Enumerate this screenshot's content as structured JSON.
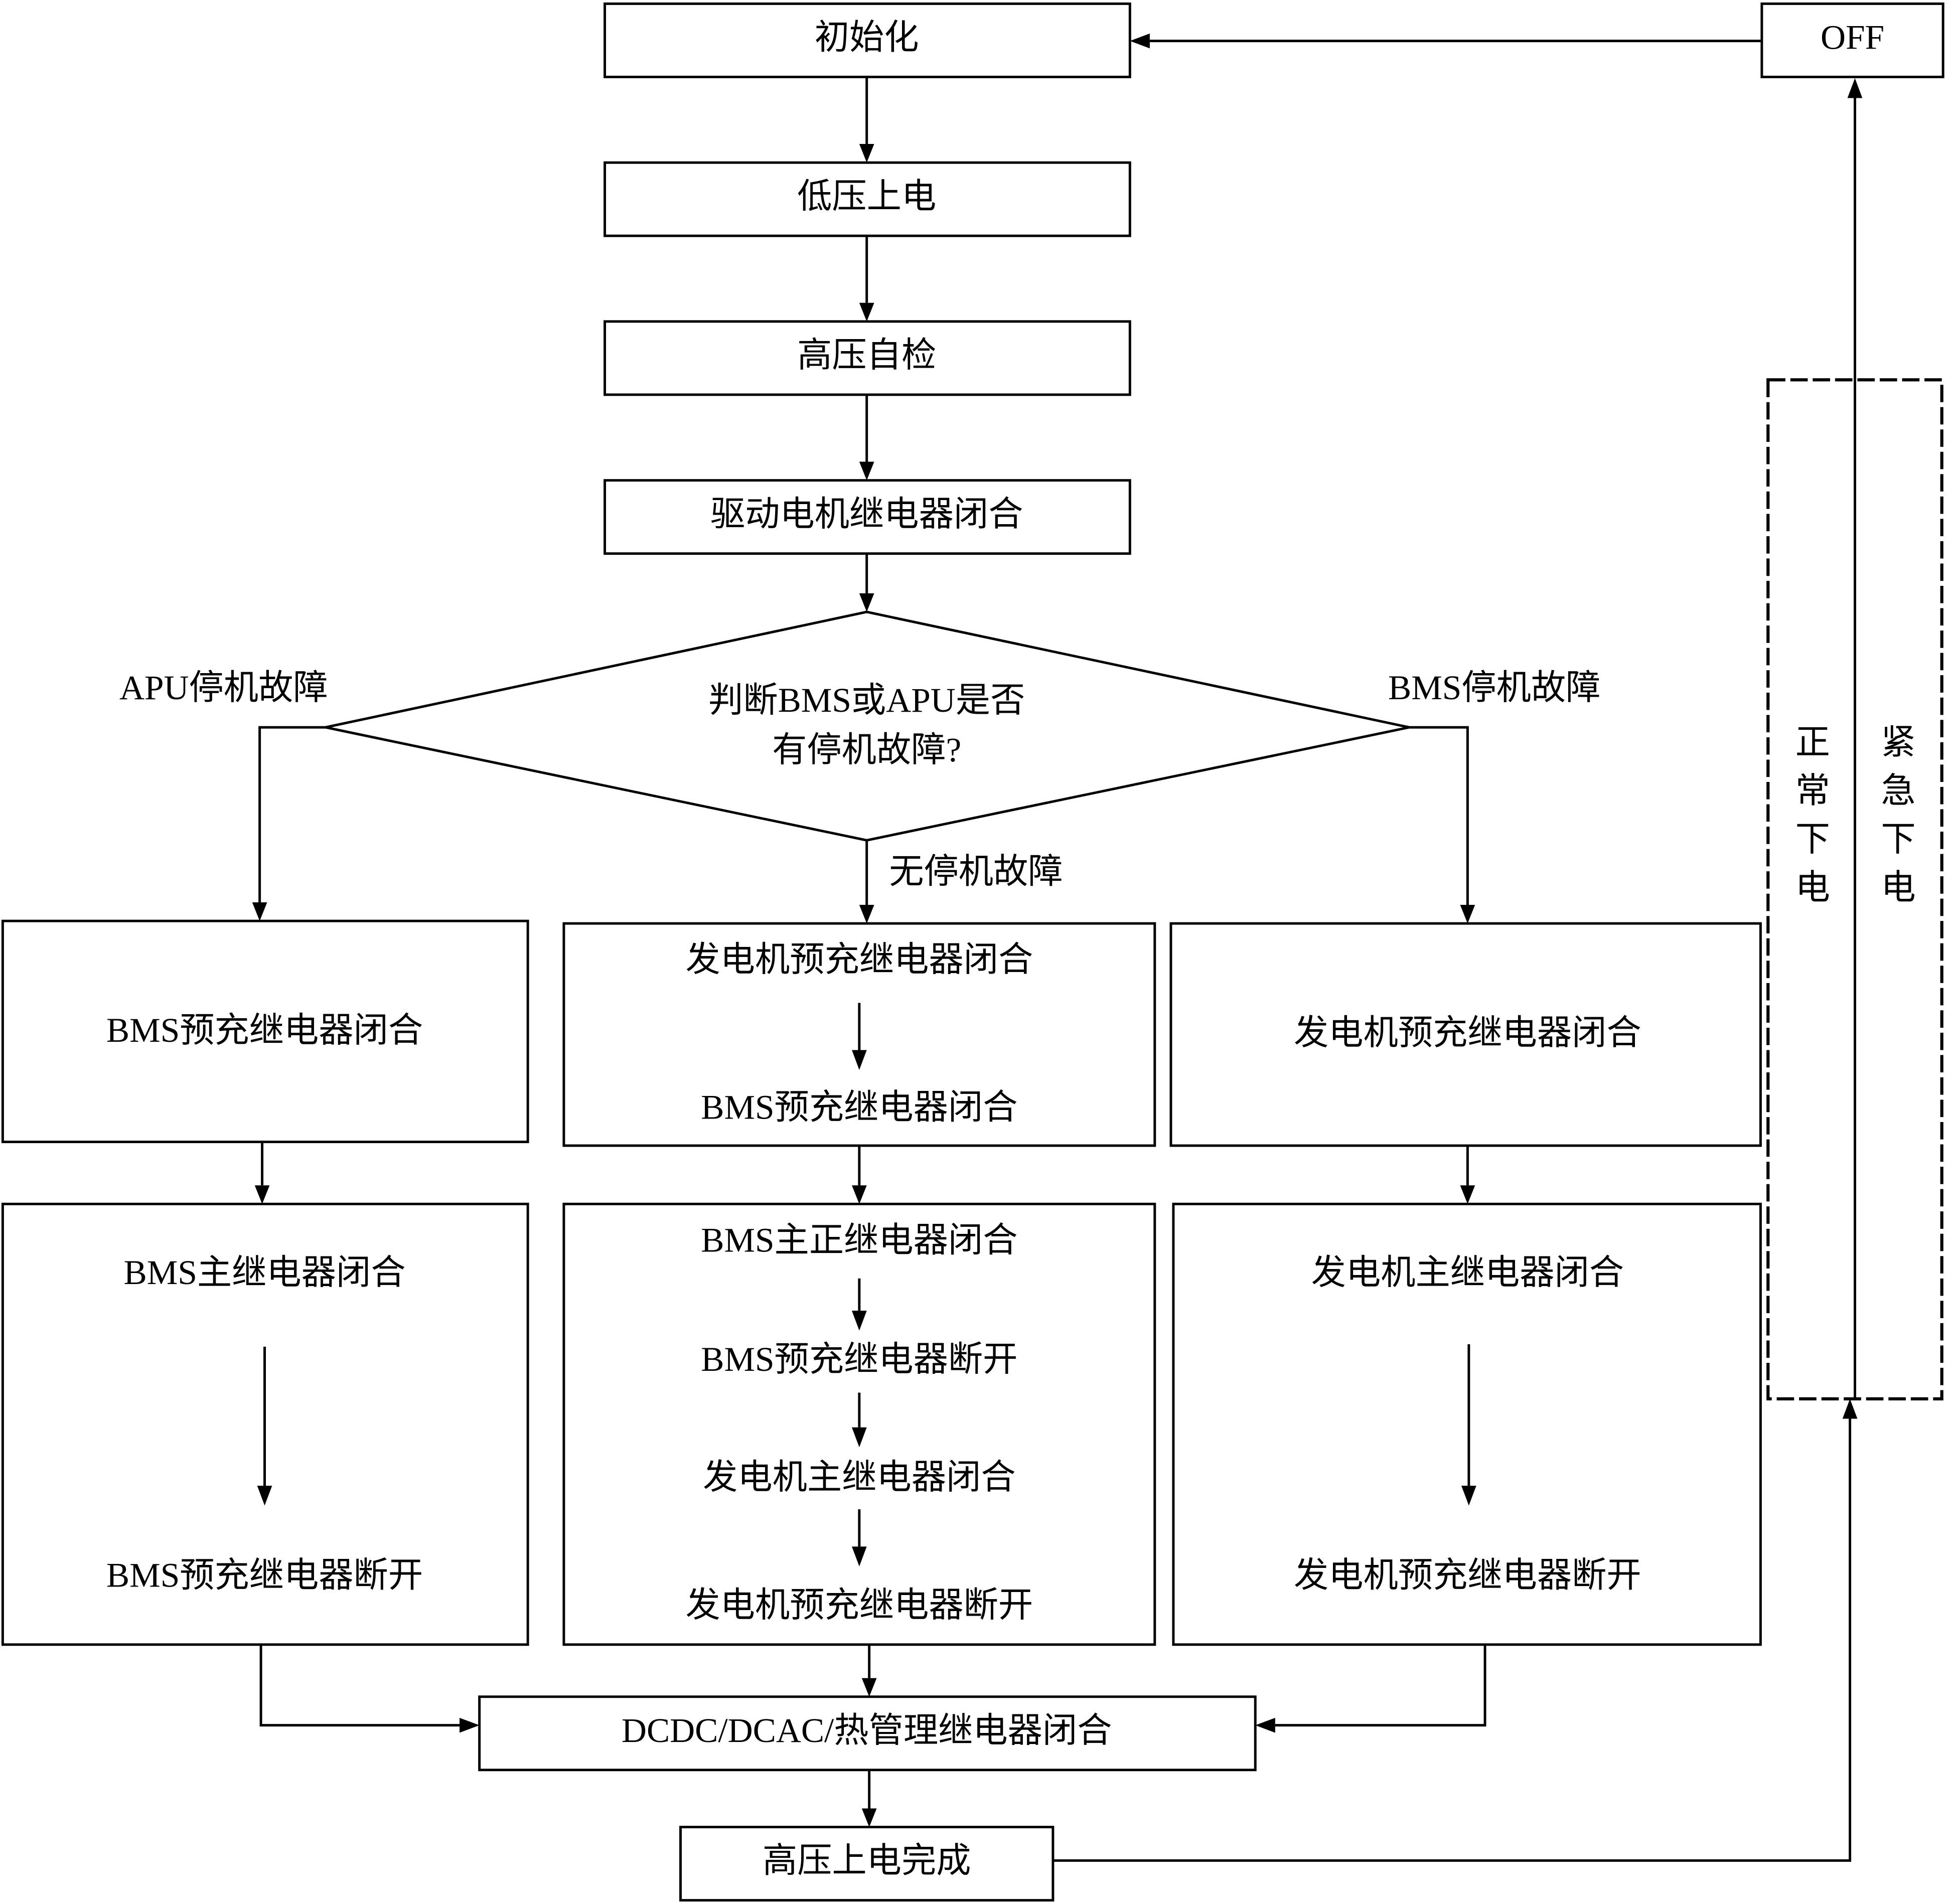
{
  "diagram": {
    "nodes": {
      "init": "初始化",
      "lv_power_on": "低压上电",
      "hv_self_check": "高压自检",
      "drive_motor_relay_close": "驱动电机继电器闭合",
      "decision_line1": "判断BMS或APU是否",
      "decision_line2": "有停机故障?",
      "left_pre": "BMS预充继电器闭合",
      "left_main_1": "BMS主继电器闭合",
      "left_main_2": "BMS预充继电器断开",
      "mid_pre_1": "发电机预充继电器闭合",
      "mid_pre_2": "BMS预充继电器闭合",
      "mid_main_1": "BMS主正继电器闭合",
      "mid_main_2": "BMS预充继电器断开",
      "mid_main_3": "发电机主继电器闭合",
      "mid_main_4": "发电机预充继电器断开",
      "right_pre": "发电机预充继电器闭合",
      "right_main_1": "发电机主继电器闭合",
      "right_main_2": "发电机预充继电器断开",
      "dcdc": "DCDC/DCAC/热管理继电器闭合",
      "hv_done": "高压上电完成",
      "off": "OFF",
      "normal_power_off": [
        "正",
        "常",
        "下",
        "电"
      ],
      "emergency_power_off": [
        "紧",
        "急",
        "下",
        "电"
      ]
    },
    "edge_labels": {
      "apu_fault": "APU停机故障",
      "bms_fault": "BMS停机故障",
      "no_fault": "无停机故障"
    }
  }
}
